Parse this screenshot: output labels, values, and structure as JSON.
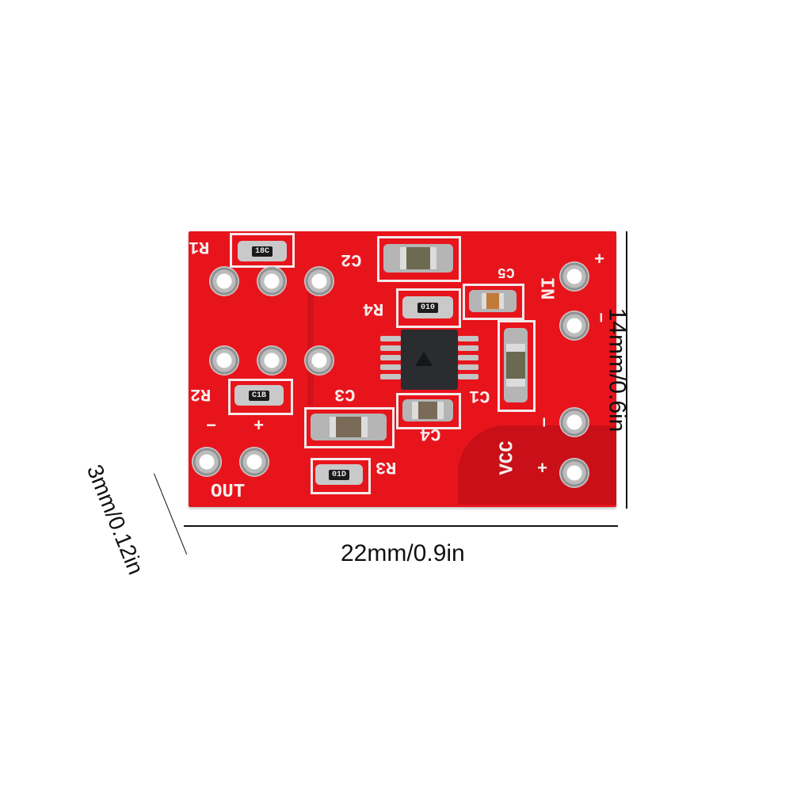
{
  "product": {
    "description": "Red audio amplifier PCB module with dimension annotations",
    "board_color": "#e8141c"
  },
  "silkscreen": {
    "r1": "R1",
    "r2": "R2",
    "r3": "R3",
    "r4": "R4",
    "c1": "C1",
    "c2": "C2",
    "c3": "C3",
    "c4": "C4",
    "c5": "C5",
    "in_label": "IN",
    "in_plus": "+",
    "in_minus": "−",
    "vcc_label": "VCC",
    "vcc_minus": "−",
    "vcc_plus": "+",
    "out_label": "OUT",
    "out_minus": "−",
    "out_plus": "+"
  },
  "components": {
    "r1_code": "18C",
    "r2_code": "C1B",
    "r3_code": "01D",
    "r4_code": "010"
  },
  "dimensions": {
    "width": "22mm/0.9in",
    "height": "14mm/0.6in",
    "thickness": "3mm/0.12in"
  }
}
